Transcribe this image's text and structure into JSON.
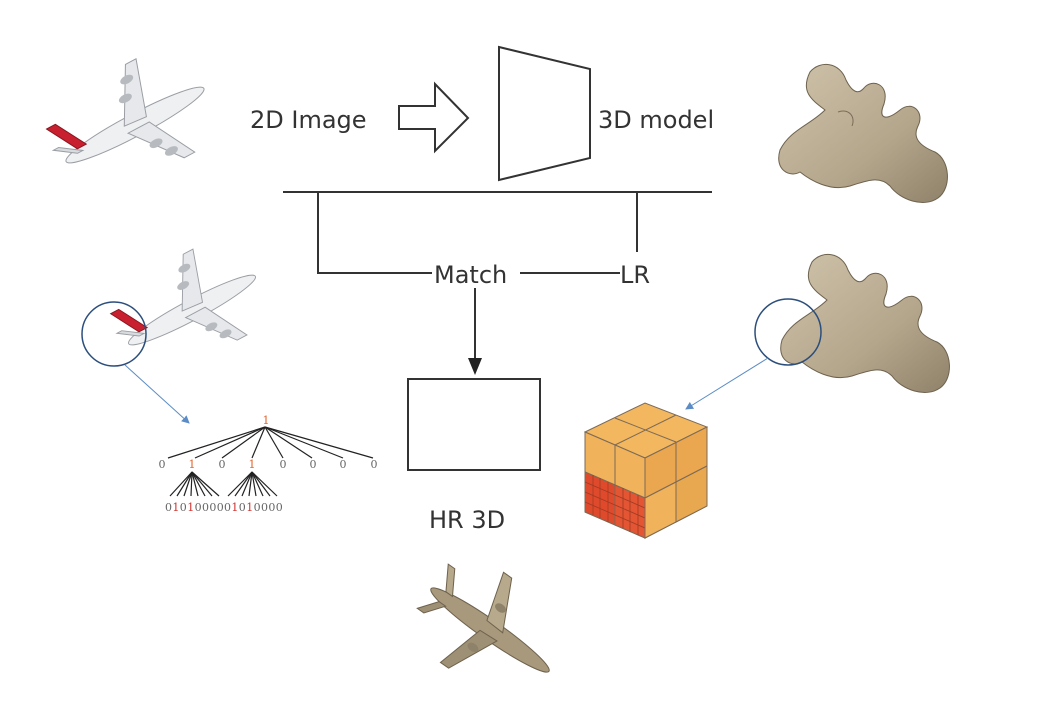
{
  "labels": {
    "image_2d": "2D Image",
    "model_3d": "3D model",
    "match": "Match",
    "lr": "LR",
    "hr_3d": "HR 3D"
  },
  "octree": {
    "root": "1",
    "level1": [
      "0",
      "1",
      "0",
      "1",
      "0",
      "0",
      "0",
      "0"
    ],
    "level2_groups": [
      [
        "0",
        "1",
        "0",
        "1",
        "0",
        "0",
        "0",
        "0"
      ],
      [
        "0",
        "1",
        "0",
        "1",
        "0",
        "0",
        "0",
        "0"
      ]
    ]
  },
  "colors": {
    "line": "#222222",
    "highlight_bit": "#e0622a",
    "set_bit": "#d0312d",
    "cube_top": "#f0b45e",
    "cube_red": "#e04a2c",
    "zoom_circle": "#2b4e7c",
    "zoom_arrow": "#5b8cc6",
    "model_3d": "#b8ab92",
    "plane_body": "#eef0f2",
    "plane_tail": "#c8202f"
  }
}
